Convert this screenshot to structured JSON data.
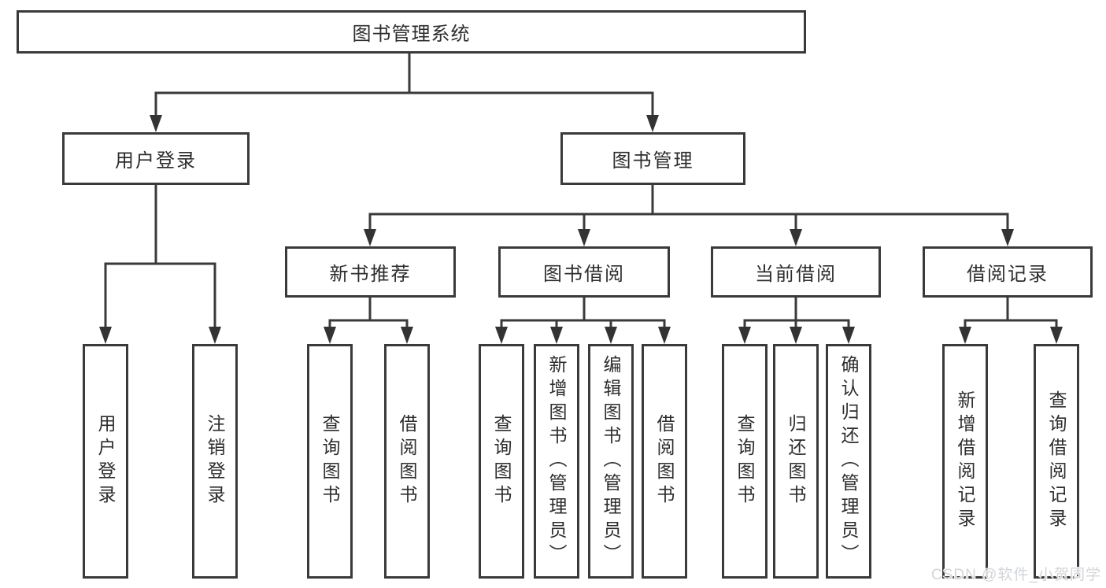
{
  "tree": {
    "label": "图书管理系统",
    "children": [
      {
        "label": "用户登录",
        "children": [
          {
            "label": "用户登录"
          },
          {
            "label": "注销登录"
          }
        ]
      },
      {
        "label": "图书管理",
        "children": [
          {
            "label": "新书推荐",
            "children": [
              {
                "label": "查询图书"
              },
              {
                "label": "借阅图书"
              }
            ]
          },
          {
            "label": "图书借阅",
            "children": [
              {
                "label": "查询图书"
              },
              {
                "label": "新增图书（管理员）"
              },
              {
                "label": "编辑图书（管理员）"
              },
              {
                "label": "借阅图书"
              }
            ]
          },
          {
            "label": "当前借阅",
            "children": [
              {
                "label": "查询图书"
              },
              {
                "label": "归还图书"
              },
              {
                "label": "确认归还（管理员）"
              }
            ]
          },
          {
            "label": "借阅记录",
            "children": [
              {
                "label": "新增借阅记录"
              },
              {
                "label": "查询借阅记录"
              }
            ]
          }
        ]
      }
    ]
  },
  "watermark": {
    "text": "CSDN @软件_小贺同学"
  },
  "colors": {
    "line": "#3a3a3a",
    "text": "#2d2d2d",
    "background": "#ffffff",
    "watermark": "#d2d5da"
  }
}
